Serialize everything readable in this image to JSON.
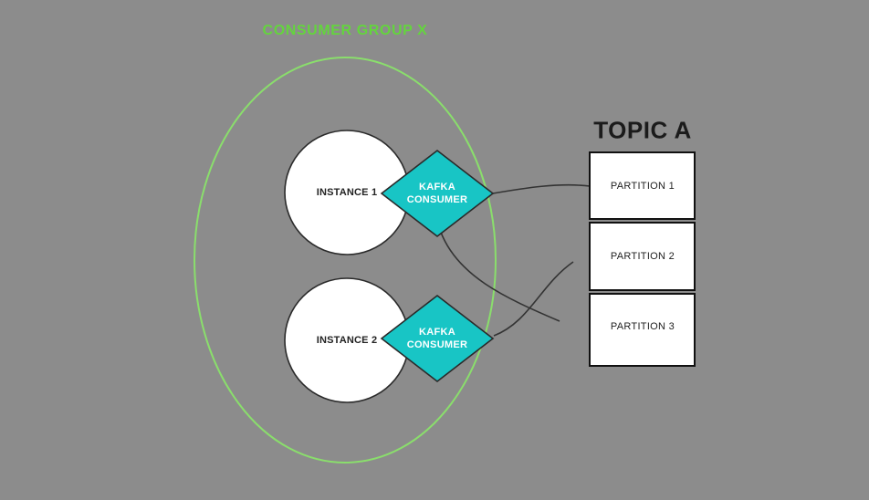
{
  "diagram": {
    "background_color": "#8c8c8c",
    "consumer_group": {
      "title": "CONSUMER GROUP X",
      "title_color": "#64d43e",
      "outline_color": "#8ade6c",
      "instances": [
        {
          "label": "INSTANCE 1"
        },
        {
          "label": "INSTANCE 2"
        }
      ],
      "consumers": [
        {
          "line1": "KAFKA",
          "line2": "CONSUMER"
        },
        {
          "line1": "KAFKA",
          "line2": "CONSUMER"
        }
      ],
      "consumer_fill": "#18c5c5",
      "consumer_text_color": "#ffffff"
    },
    "topic": {
      "title": "TOPIC A",
      "title_color": "#1b1b1b",
      "partitions": [
        {
          "label": "PARTITION 1"
        },
        {
          "label": "PARTITION 2"
        },
        {
          "label": "PARTITION 3"
        }
      ],
      "box_fill": "#ffffff",
      "box_border": "#111111"
    },
    "instance_fill": "#ffffff",
    "shape_outline": "#2a2a2a",
    "connector_color": "#333333"
  }
}
